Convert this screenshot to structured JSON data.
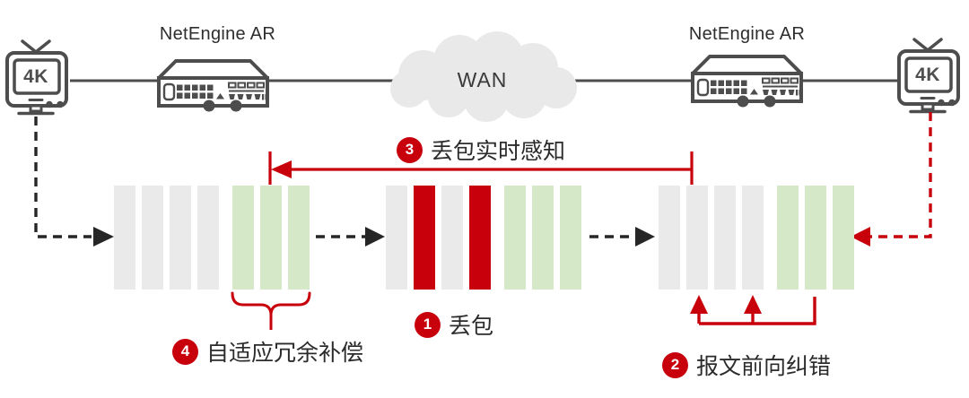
{
  "devices": {
    "tv_left_label": "4K",
    "tv_right_label": "4K",
    "router_left_label": "NetEngine AR",
    "router_right_label": "NetEngine AR",
    "wan_label": "WAN"
  },
  "annotations": {
    "step1": {
      "number": "1",
      "text": "丢包"
    },
    "step2": {
      "number": "2",
      "text": "报文前向纠错"
    },
    "step3": {
      "number": "3",
      "text": "丢包实时感知"
    },
    "step4": {
      "number": "4",
      "text": "自适应冗余补偿"
    }
  },
  "packets": {
    "groups": [
      {
        "name": "sender-stream",
        "bars": [
          "gray",
          "gray",
          "gray",
          "gray",
          "green",
          "green",
          "green"
        ]
      },
      {
        "name": "wan-stream-with-loss",
        "bars": [
          "gray",
          "red",
          "gray",
          "red",
          "green",
          "green",
          "green"
        ]
      },
      {
        "name": "receiver-stream-recovered",
        "bars": [
          "gray",
          "gray",
          "gray",
          "gray",
          "green",
          "green",
          "green"
        ]
      }
    ]
  },
  "colors": {
    "red": "#c7000b",
    "gray": "#eaeaea",
    "green": "#d5e8c7",
    "dark": "#4d4d4d",
    "black": "#262626",
    "cloud": "#e9e9e9"
  }
}
